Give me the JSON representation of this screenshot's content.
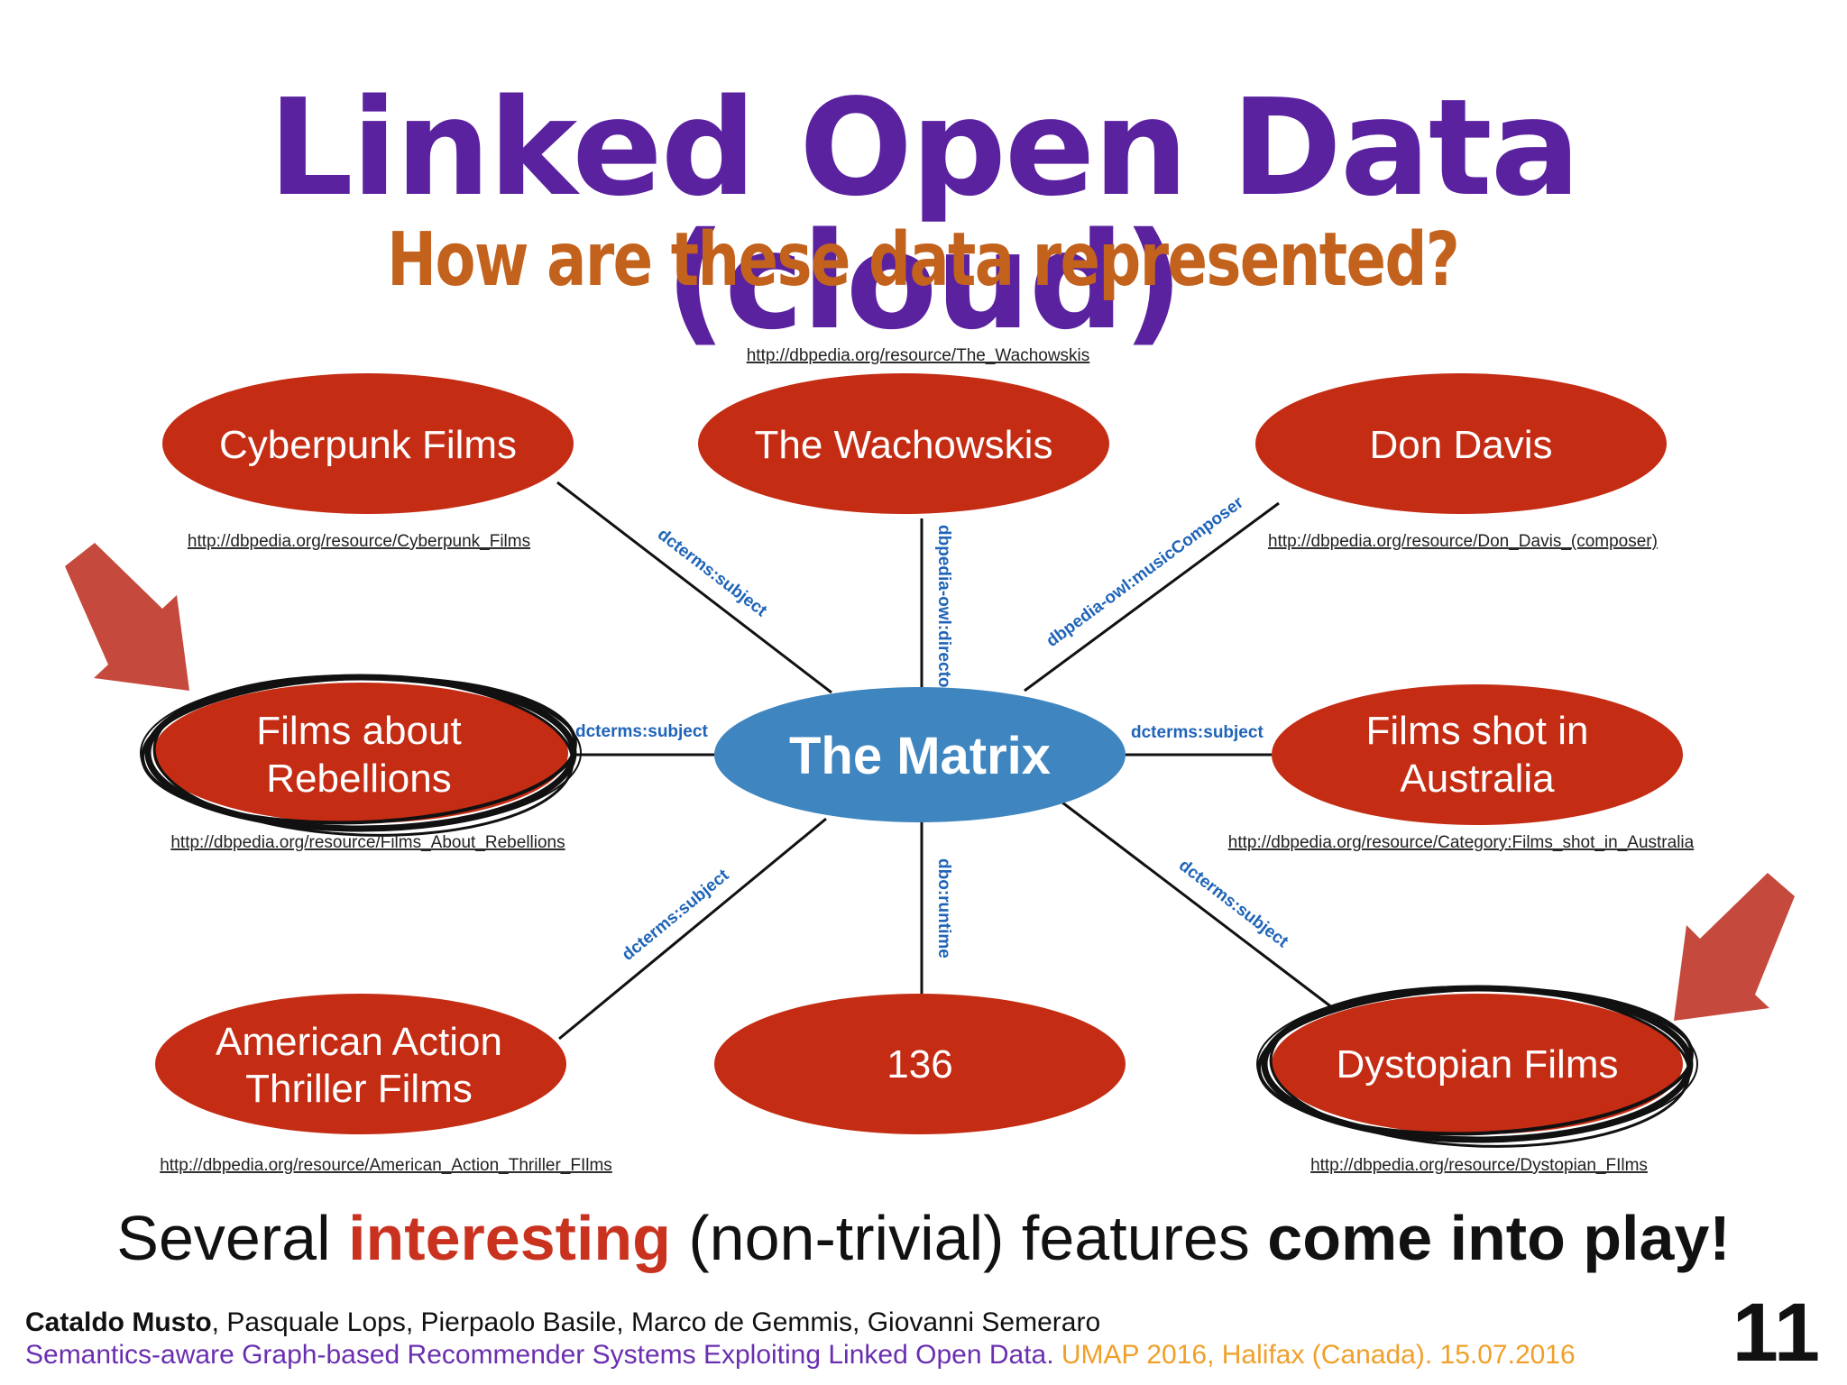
{
  "title": "Linked Open Data (cloud)",
  "subtitle": "How are these data represented?",
  "center_node": {
    "label": "The Matrix",
    "color": "#3f85bf"
  },
  "node_color": "#c42c14",
  "predicate_color": "#1f64b8",
  "arrow_color": "#c0392b",
  "nodes": [
    {
      "id": "cyberpunk",
      "label_lines": [
        "Cyberpunk Films"
      ],
      "url": "http://dbpedia.org/resource/Cyberpunk_Films",
      "predicate": "dcterms:subject",
      "highlighted": false
    },
    {
      "id": "wachowskis",
      "label_lines": [
        "The Wachowskis"
      ],
      "url": "http://dbpedia.org/resource/The_Wachowskis",
      "predicate": "dbpedia-owl:director",
      "highlighted": false
    },
    {
      "id": "dondavis",
      "label_lines": [
        "Don Davis"
      ],
      "url": "http://dbpedia.org/resource/Don_Davis_(composer)",
      "predicate": "dbpedia-owl:musicComposer",
      "highlighted": false
    },
    {
      "id": "rebellions",
      "label_lines": [
        "Films about",
        "Rebellions"
      ],
      "url": "http://dbpedia.org/resource/Films_About_Rebellions",
      "predicate": "dcterms:subject",
      "highlighted": true
    },
    {
      "id": "australia",
      "label_lines": [
        "Films shot in",
        "Australia"
      ],
      "url": "http://dbpedia.org/resource/Category:Films_shot_in_Australia",
      "predicate": "dcterms:subject",
      "highlighted": false
    },
    {
      "id": "american",
      "label_lines": [
        "American Action",
        "Thriller Films"
      ],
      "url": "http://dbpedia.org/resource/American_Action_Thriller_FIlms",
      "predicate": "dcterms:subject",
      "highlighted": false
    },
    {
      "id": "runtime",
      "label_lines": [
        "136"
      ],
      "url": "",
      "predicate": "dbo:runtime",
      "highlighted": false
    },
    {
      "id": "dystopian",
      "label_lines": [
        "Dystopian Films"
      ],
      "url": "http://dbpedia.org/resource/Dystopian_FIlms",
      "predicate": "dcterms:subject",
      "highlighted": true
    }
  ],
  "tagline": {
    "part1": "Several ",
    "highlight": "interesting",
    "part2": " (non-trivial) features ",
    "bold": "come into play!"
  },
  "footer": {
    "lead_author": "Cataldo Musto",
    "other_authors": ", Pasquale Lops, Pierpaolo Basile, Marco de Gemmis, Giovanni Semeraro",
    "paper_title": "Semantics-aware Graph-based Recommender Systems Exploiting Linked Open Data.",
    "venue": " UMAP 2016, Halifax (Canada). 15.07.2016"
  },
  "page_number": "11"
}
